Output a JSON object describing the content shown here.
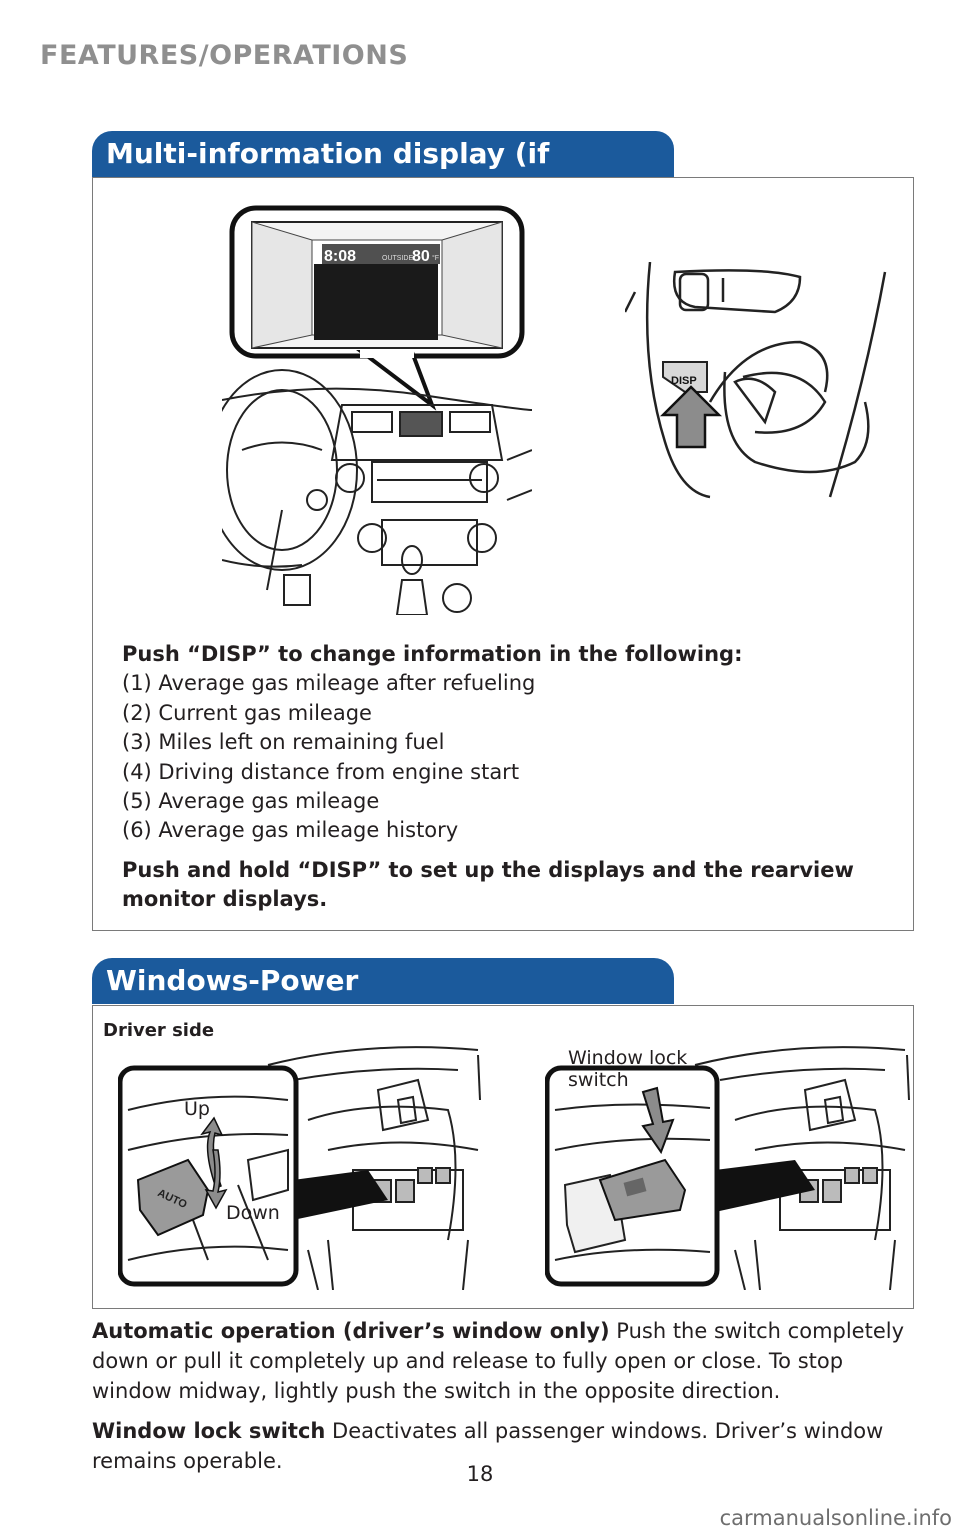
{
  "header": {
    "section": "FEATURES/OPERATIONS"
  },
  "mid": {
    "title": "Multi-information display (if equipped)",
    "display_time": "8:08",
    "display_outside_label": "OUTSIDE",
    "display_temp": "80",
    "display_temp_unit": "°F",
    "disp_button": "DISP",
    "intro": "Push “DISP” to change information in the following:",
    "items": [
      "(1) Average gas mileage after refueling",
      "(2) Current gas mileage",
      "(3) Miles left on remaining fuel",
      "(4) Driving distance from engine start",
      "(5) Average gas mileage",
      "(6) Average gas mileage history"
    ],
    "hold_line1": "Push and hold “DISP” to set up the displays and the rearview",
    "hold_line2": "monitor displays."
  },
  "windows": {
    "title": "Windows-Power",
    "driver_side": "Driver side",
    "up": "Up",
    "down": "Down",
    "auto_label": "AUTO",
    "lock_line1": "Window lock",
    "lock_line2": "switch",
    "auto_op_label": "Automatic operation (driver’s window only)",
    "auto_op_text": " Push the switch completely down or pull it completely up and release to fully open or close. To stop window midway, lightly push the switch in the opposite direction.",
    "lock_label": "Window lock switch",
    "lock_text": " Deactivates all passenger windows. Driver’s window remains operable."
  },
  "footer": {
    "page": "18",
    "watermark": "carmanualsonline.info"
  }
}
